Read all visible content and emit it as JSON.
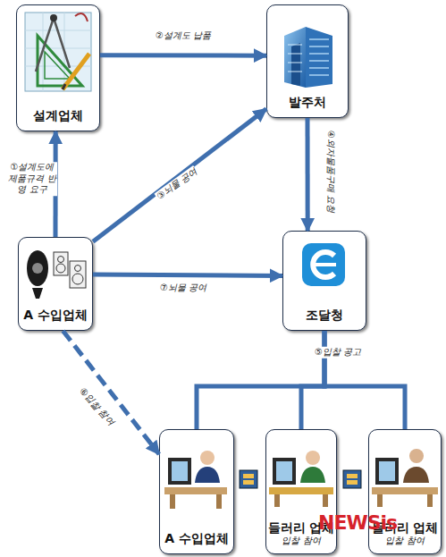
{
  "diagram": {
    "nodes": [
      {
        "text": [
          "설계업체"
        ]
      },
      {
        "text": [
          "발주처"
        ]
      },
      {
        "text": [
          "A 수입업체"
        ]
      },
      {
        "text": [
          "조달청"
        ]
      },
      {
        "text": [
          "A 수입업체"
        ]
      },
      {
        "text": [
          "들러리 업체",
          "입찰 참여"
        ]
      },
      {
        "text": [
          "들러리 업체",
          "입찰 참여"
        ]
      }
    ],
    "edges": [
      {
        "from": 2,
        "to": 0,
        "label": "①설계도에 제품규격 반영 요구",
        "arrow": "to"
      },
      {
        "from": 0,
        "to": 1,
        "label": "②설계도 납품",
        "arrow": "to"
      },
      {
        "from": 2,
        "to": 1,
        "label": "③뇌물 공여",
        "arrow": "to"
      },
      {
        "from": 1,
        "to": 3,
        "label": "④외자물품구매 요청",
        "arrow": "to"
      },
      {
        "from": 3,
        "to": 4,
        "arrow": "none"
      },
      {
        "from": 3,
        "to": 5,
        "label": "⑤입찰 공고",
        "arrow": "none"
      },
      {
        "from": 3,
        "to": 6,
        "arrow": "none"
      },
      {
        "from": 2,
        "to": 4,
        "label": "⑥입찰 참여",
        "arrow": "to"
      },
      {
        "from": 2,
        "to": 3,
        "label": "⑦뇌물 공여",
        "arrow": "to"
      }
    ],
    "labels": [
      "NEWSis"
    ]
  }
}
